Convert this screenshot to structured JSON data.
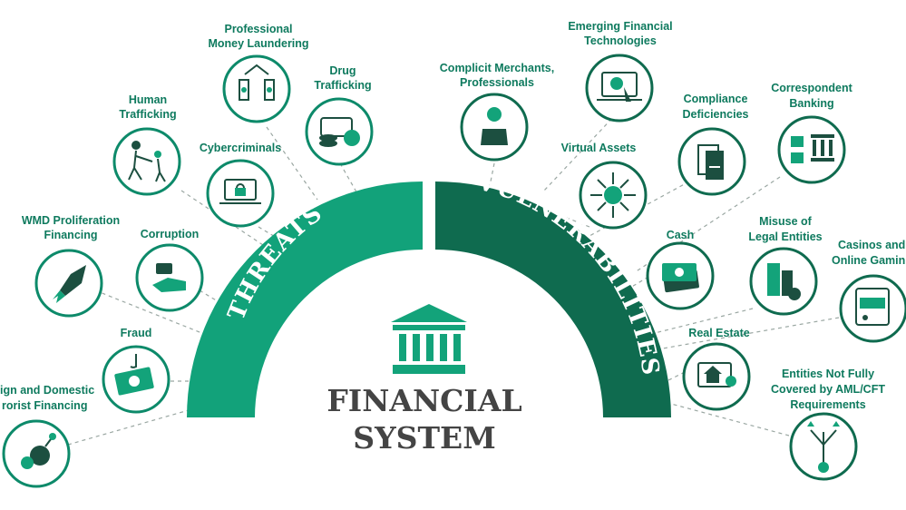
{
  "center": {
    "line1": "FINANCIAL",
    "line2": "SYSTEM"
  },
  "arcs": {
    "threats": "THREATS",
    "vulnerabilities": "VULNERABILITIES"
  },
  "threats": {
    "professional_money_laundering": [
      "Professional",
      "Money Laundering"
    ],
    "drug_trafficking": [
      "Drug",
      "Trafficking"
    ],
    "human_trafficking": [
      "Human",
      "Trafficking"
    ],
    "cybercriminals": [
      "Cybercriminals"
    ],
    "wmd": [
      "WMD Proliferation",
      "Financing"
    ],
    "corruption": [
      "Corruption"
    ],
    "fraud": [
      "Fraud"
    ],
    "terrorist_financing": [
      "ign and Domestic",
      "rorist Financing"
    ]
  },
  "vulnerabilities": {
    "emerging_fintech": [
      "Emerging Financial",
      "Technologies"
    ],
    "complicit_merchants": [
      "Complicit Merchants,",
      "Professionals"
    ],
    "compliance": [
      "Compliance",
      "Deficiencies"
    ],
    "correspondent": [
      "Correspondent",
      "Banking"
    ],
    "virtual_assets": [
      "Virtual Assets"
    ],
    "cash": [
      "Cash"
    ],
    "legal_entities": [
      "Misuse of",
      "Legal Entities"
    ],
    "casinos": [
      "Casinos and",
      "Online Gamin"
    ],
    "real_estate": [
      "Real Estate"
    ],
    "not_covered": [
      "Entities Not Fully",
      "Covered by AML/CFT",
      "Requirements"
    ]
  },
  "colors": {
    "threats_green": "#12a27a",
    "vulnerabilities_green": "#0f6b4f",
    "text_green": "#0e7a5e",
    "center_gray": "#444444"
  }
}
